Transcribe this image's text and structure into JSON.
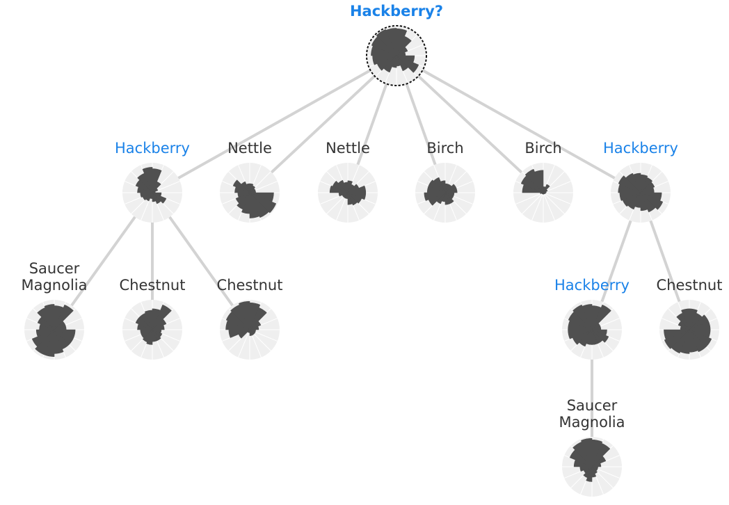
{
  "highlight_color": "#1a82e8",
  "text_color": "#333333",
  "edge_color": "#d3d3d3",
  "disc_color": "#efefef",
  "wedge_color": "#505050",
  "nodes": [
    {
      "id": "n0",
      "lines": [
        "Hackberry?"
      ],
      "highlight": true,
      "root": true,
      "petals": [
        0.9,
        0.7,
        0.4,
        0.3,
        0.6,
        0.8,
        0.55,
        0.35,
        0.4,
        0.6,
        0.7,
        0.8,
        0.85,
        0.9,
        0.95,
        0.92
      ]
    },
    {
      "id": "n1",
      "lines": [
        "Hackberry"
      ],
      "highlight": true,
      "petals": [
        0.8,
        0.4,
        0.2,
        0.1,
        0.3,
        0.5,
        0.4,
        0.3,
        0.2,
        0.3,
        0.35,
        0.4,
        0.5,
        0.6,
        0.7,
        0.85
      ]
    },
    {
      "id": "n2",
      "lines": [
        "Nettle"
      ],
      "highlight": false,
      "petals": [
        0.3,
        0.25,
        0.2,
        0.2,
        0.8,
        0.95,
        0.9,
        0.85,
        0.7,
        0.6,
        0.5,
        0.4,
        0.5,
        0.6,
        0.4,
        0.3
      ]
    },
    {
      "id": "n3",
      "lines": [
        "Nettle"
      ],
      "highlight": false,
      "petals": [
        0.4,
        0.3,
        0.4,
        0.6,
        0.6,
        0.5,
        0.45,
        0.4,
        0.2,
        0.2,
        0.2,
        0.3,
        0.6,
        0.55,
        0.45,
        0.35
      ]
    },
    {
      "id": "n4",
      "lines": [
        "Birch"
      ],
      "highlight": false,
      "petals": [
        0.3,
        0.3,
        0.4,
        0.4,
        0.3,
        0.3,
        0.4,
        0.4,
        0.3,
        0.4,
        0.6,
        0.7,
        0.6,
        0.6,
        0.55,
        0.4
      ]
    },
    {
      "id": "n5",
      "lines": [
        "Birch"
      ],
      "highlight": false,
      "petals": [
        0.2,
        0.3,
        0.15,
        0.1,
        0.08,
        0.06,
        0.05,
        0.05,
        0.05,
        0.05,
        0.05,
        0.1,
        0.7,
        0.8,
        0.85,
        0.75
      ]
    },
    {
      "id": "n6",
      "lines": [
        "Hackberry"
      ],
      "highlight": true,
      "petals": [
        0.6,
        0.55,
        0.5,
        0.45,
        0.7,
        0.8,
        0.7,
        0.6,
        0.5,
        0.6,
        0.65,
        0.7,
        0.75,
        0.8,
        0.7,
        0.65
      ]
    },
    {
      "id": "n7",
      "lines": [
        "Saucer",
        "Magnolia"
      ],
      "highlight": false,
      "petals": [
        0.8,
        0.9,
        0.4,
        0.4,
        0.7,
        0.7,
        0.7,
        0.8,
        0.9,
        0.9,
        0.8,
        0.6,
        0.5,
        0.6,
        0.8,
        0.85
      ]
    },
    {
      "id": "n8",
      "lines": [
        "Chestnut"
      ],
      "highlight": false,
      "petals": [
        0.7,
        0.9,
        0.5,
        0.4,
        0.3,
        0.35,
        0.4,
        0.4,
        0.5,
        0.45,
        0.4,
        0.4,
        0.5,
        0.6,
        0.6,
        0.65
      ]
    },
    {
      "id": "n9",
      "lines": [
        "Chestnut"
      ],
      "highlight": false,
      "petals": [
        0.9,
        0.8,
        0.4,
        0.3,
        0.2,
        0.2,
        0.2,
        0.2,
        0.1,
        0.1,
        0.4,
        0.7,
        0.8,
        0.85,
        0.9,
        0.95
      ]
    },
    {
      "id": "n10",
      "lines": [
        "Hackberry"
      ],
      "highlight": true,
      "petals": [
        0.8,
        0.9,
        0.3,
        0.3,
        0.5,
        0.6,
        0.5,
        0.5,
        0.5,
        0.6,
        0.7,
        0.8,
        0.8,
        0.85,
        0.9,
        0.85
      ]
    },
    {
      "id": "n11",
      "lines": [
        "Chestnut"
      ],
      "highlight": false,
      "petals": [
        0.7,
        0.6,
        0.7,
        0.7,
        0.7,
        0.8,
        0.8,
        0.75,
        0.8,
        0.85,
        0.9,
        0.85,
        0.3,
        0.4,
        0.6,
        0.7
      ]
    },
    {
      "id": "n12",
      "lines": [
        "Saucer",
        "Magnolia"
      ],
      "highlight": false,
      "petals": [
        0.9,
        0.85,
        0.5,
        0.3,
        0.2,
        0.2,
        0.25,
        0.35,
        0.5,
        0.4,
        0.3,
        0.4,
        0.6,
        0.8,
        0.9,
        0.95
      ]
    }
  ],
  "edges": [
    [
      "n0",
      "n1"
    ],
    [
      "n0",
      "n2"
    ],
    [
      "n0",
      "n3"
    ],
    [
      "n0",
      "n4"
    ],
    [
      "n0",
      "n5"
    ],
    [
      "n0",
      "n6"
    ],
    [
      "n1",
      "n7"
    ],
    [
      "n1",
      "n8"
    ],
    [
      "n1",
      "n9"
    ],
    [
      "n6",
      "n10"
    ],
    [
      "n6",
      "n11"
    ],
    [
      "n10",
      "n12"
    ]
  ]
}
